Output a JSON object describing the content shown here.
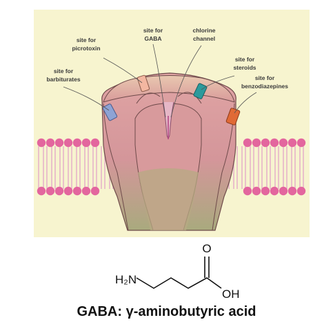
{
  "labels": {
    "picrotoxin_line1": "site for",
    "picrotoxin_line2": "picrotoxin",
    "gaba_line1": "site for",
    "gaba_line2": "GABA",
    "chlorine_line1": "chlorine",
    "chlorine_line2": "channel",
    "barbiturates_line1": "site for",
    "barbiturates_line2": "barbiturates",
    "steroids_line1": "site for",
    "steroids_line2": "steroids",
    "benzo_line1": "site for",
    "benzo_line2": "benzodiazepines"
  },
  "structure": {
    "amine_group": "H₂N",
    "carbonyl_oxygen": "O",
    "hydroxyl_group": "OH"
  },
  "caption": "GABA: γ-aminobutyric acid",
  "colors": {
    "panel_bg": "#f7f4cf",
    "lipid_head": "#e3669e",
    "receptor_body": "#d79a9a",
    "receptor_lower": "#a7ab7e",
    "site_picrotoxin": "#f3b7a1",
    "site_steroids": "#2b9a9c",
    "site_barbiturates": "#8ea3d4",
    "site_benzodiazepines": "#e06a36"
  }
}
